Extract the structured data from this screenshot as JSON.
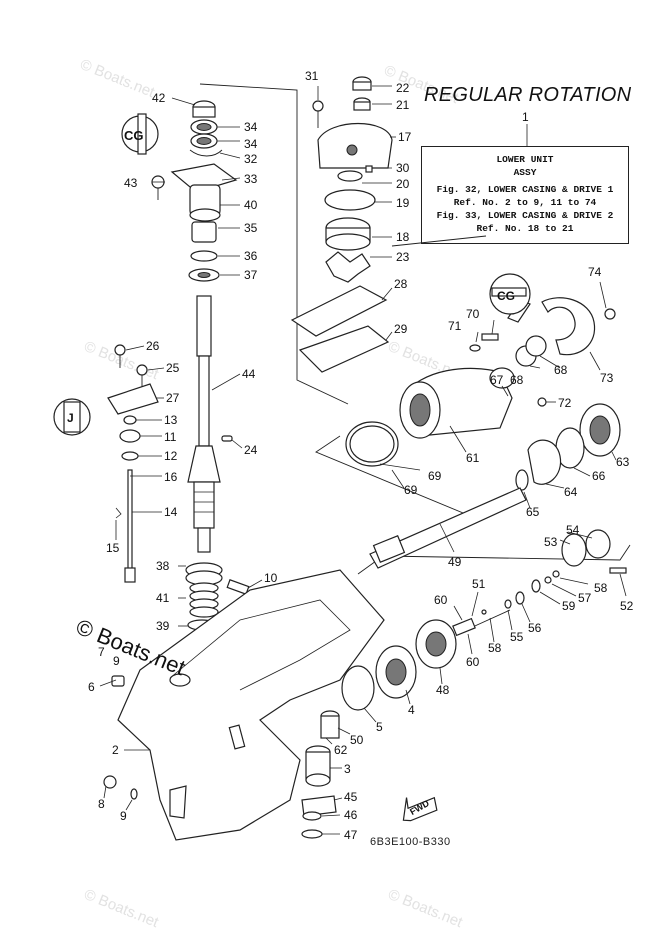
{
  "title": "REGULAR ROTATION",
  "info_ref": "1",
  "info_box": {
    "lines": [
      "LOWER UNIT",
      "ASSY",
      "Fig. 32, LOWER CASING & DRIVE 1",
      "Ref. No. 2 to 9, 11 to 74",
      "Fig. 33, LOWER CASING & DRIVE 2",
      "Ref. No. 18 to 21"
    ]
  },
  "drawing_number": "6B3E100-B330",
  "watermark": "© Boats.net",
  "fwd_label": "FWD",
  "part_labels": [
    {
      "id": "p42",
      "text": "42"
    },
    {
      "id": "p34a",
      "text": "34"
    },
    {
      "id": "p34b",
      "text": "34"
    },
    {
      "id": "p32",
      "text": "32"
    },
    {
      "id": "p43",
      "text": "43"
    },
    {
      "id": "p33",
      "text": "33"
    },
    {
      "id": "p40",
      "text": "40"
    },
    {
      "id": "p35",
      "text": "35"
    },
    {
      "id": "p36",
      "text": "36"
    },
    {
      "id": "p37",
      "text": "37"
    },
    {
      "id": "p31",
      "text": "31"
    },
    {
      "id": "p22",
      "text": "22"
    },
    {
      "id": "p21",
      "text": "21"
    },
    {
      "id": "p17",
      "text": "17"
    },
    {
      "id": "p30",
      "text": "30"
    },
    {
      "id": "p20",
      "text": "20"
    },
    {
      "id": "p19",
      "text": "19"
    },
    {
      "id": "p18",
      "text": "18"
    },
    {
      "id": "p23",
      "text": "23"
    },
    {
      "id": "p28",
      "text": "28"
    },
    {
      "id": "p29",
      "text": "29"
    },
    {
      "id": "p26",
      "text": "26"
    },
    {
      "id": "p25",
      "text": "25"
    },
    {
      "id": "p27",
      "text": "27"
    },
    {
      "id": "p13",
      "text": "13"
    },
    {
      "id": "p11",
      "text": "11"
    },
    {
      "id": "p12",
      "text": "12"
    },
    {
      "id": "p16",
      "text": "16"
    },
    {
      "id": "p14",
      "text": "14"
    },
    {
      "id": "p15",
      "text": "15"
    },
    {
      "id": "p44",
      "text": "44"
    },
    {
      "id": "p24",
      "text": "24"
    },
    {
      "id": "p38",
      "text": "38"
    },
    {
      "id": "p41",
      "text": "41"
    },
    {
      "id": "p10",
      "text": "10"
    },
    {
      "id": "p39",
      "text": "39"
    },
    {
      "id": "p7",
      "text": "7"
    },
    {
      "id": "p9a",
      "text": "9"
    },
    {
      "id": "p6",
      "text": "6"
    },
    {
      "id": "p2",
      "text": "2"
    },
    {
      "id": "p8",
      "text": "8"
    },
    {
      "id": "p9b",
      "text": "9"
    },
    {
      "id": "p74",
      "text": "74"
    },
    {
      "id": "p71",
      "text": "71"
    },
    {
      "id": "p70",
      "text": "70"
    },
    {
      "id": "p73",
      "text": "73"
    },
    {
      "id": "p67",
      "text": "67"
    },
    {
      "id": "p68a",
      "text": "68"
    },
    {
      "id": "p68b",
      "text": "68"
    },
    {
      "id": "p72",
      "text": "72"
    },
    {
      "id": "p61",
      "text": "61"
    },
    {
      "id": "p69a",
      "text": "69"
    },
    {
      "id": "p69b",
      "text": "69"
    },
    {
      "id": "p66",
      "text": "66"
    },
    {
      "id": "p63",
      "text": "63"
    },
    {
      "id": "p64",
      "text": "64"
    },
    {
      "id": "p65",
      "text": "65"
    },
    {
      "id": "p49",
      "text": "49"
    },
    {
      "id": "p54",
      "text": "54"
    },
    {
      "id": "p53",
      "text": "53"
    },
    {
      "id": "p58a",
      "text": "58"
    },
    {
      "id": "p57",
      "text": "57"
    },
    {
      "id": "p59",
      "text": "59"
    },
    {
      "id": "p52",
      "text": "52"
    },
    {
      "id": "p51",
      "text": "51"
    },
    {
      "id": "p60a",
      "text": "60"
    },
    {
      "id": "p56",
      "text": "56"
    },
    {
      "id": "p55",
      "text": "55"
    },
    {
      "id": "p58b",
      "text": "58"
    },
    {
      "id": "p60b",
      "text": "60"
    },
    {
      "id": "p48",
      "text": "48"
    },
    {
      "id": "p4",
      "text": "4"
    },
    {
      "id": "p5",
      "text": "5"
    },
    {
      "id": "p50",
      "text": "50"
    },
    {
      "id": "p62",
      "text": "62"
    },
    {
      "id": "p3",
      "text": "3"
    },
    {
      "id": "p45",
      "text": "45"
    },
    {
      "id": "p46",
      "text": "46"
    },
    {
      "id": "p47",
      "text": "47"
    }
  ]
}
